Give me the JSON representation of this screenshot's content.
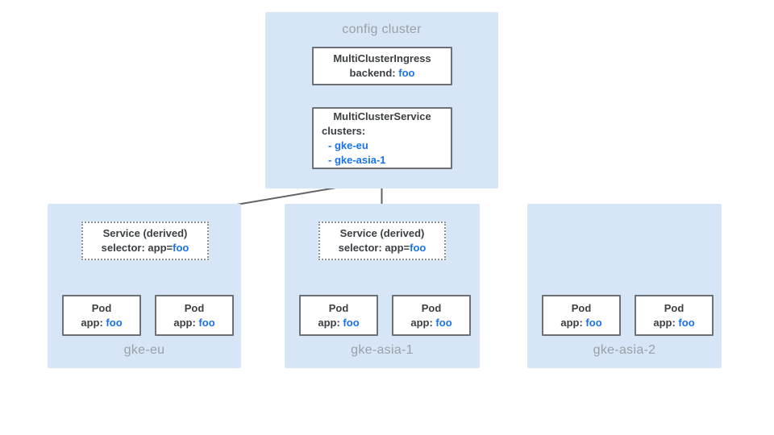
{
  "config_cluster": {
    "label": "config cluster",
    "mci": {
      "title": "MultiClusterIngress",
      "backend_label": "backend: ",
      "backend_value": "foo"
    },
    "mcs": {
      "title": "MultiClusterService",
      "clusters_label": "clusters:",
      "items": [
        "- gke-eu",
        "- gke-asia-1"
      ]
    }
  },
  "service_box": {
    "title": "Service (derived)",
    "selector_label": "selector: app=",
    "selector_value": "foo"
  },
  "pod_box": {
    "title": "Pod",
    "app_label": "app: ",
    "app_value": "foo"
  },
  "clusters": [
    {
      "name": "gke-eu",
      "has_derived_service": true,
      "pod_count": 2
    },
    {
      "name": "gke-asia-1",
      "has_derived_service": true,
      "pod_count": 2
    },
    {
      "name": "gke-asia-2",
      "has_derived_service": false,
      "pod_count": 2
    }
  ],
  "colors": {
    "cluster_bg": "#d7e6f7",
    "node_bg": "#ffffff",
    "node_border": "#6d7074",
    "dotted_border": "#8d9095",
    "text_dark": "#3c4043",
    "text_blue": "#1a73e8",
    "text_gray": "#9aa0a6",
    "arrow_dark": "#5f6368",
    "arrow_light": "#b9bdc1"
  }
}
